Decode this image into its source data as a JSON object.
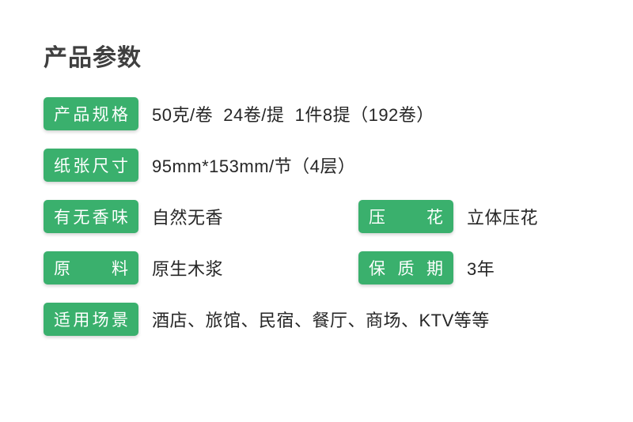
{
  "page": {
    "title": "产品参数"
  },
  "colors": {
    "page_background": "#ffffff",
    "badge_background": "#3ab06d",
    "badge_text": "#ffffff",
    "title_text": "#3f3f3f",
    "value_text": "#262626"
  },
  "parameters": {
    "rows": [
      {
        "fields": [
          {
            "label": "产品规格",
            "value": "50克/卷  24卷/提  1件8提（192卷）"
          }
        ]
      },
      {
        "fields": [
          {
            "label": "纸张尺寸",
            "value": "95mm*153mm/节（4层）"
          }
        ]
      },
      {
        "fields": [
          {
            "label": "有无香味",
            "value": "自然无香"
          },
          {
            "label": "压花",
            "value": "立体压花"
          }
        ]
      },
      {
        "fields": [
          {
            "label": "原料",
            "value": "原生木浆"
          },
          {
            "label": "保质期",
            "value": "3年"
          }
        ]
      },
      {
        "fields": [
          {
            "label": "适用场景",
            "value": "酒店、旅馆、民宿、餐厅、商场、KTV等等"
          }
        ]
      }
    ]
  }
}
